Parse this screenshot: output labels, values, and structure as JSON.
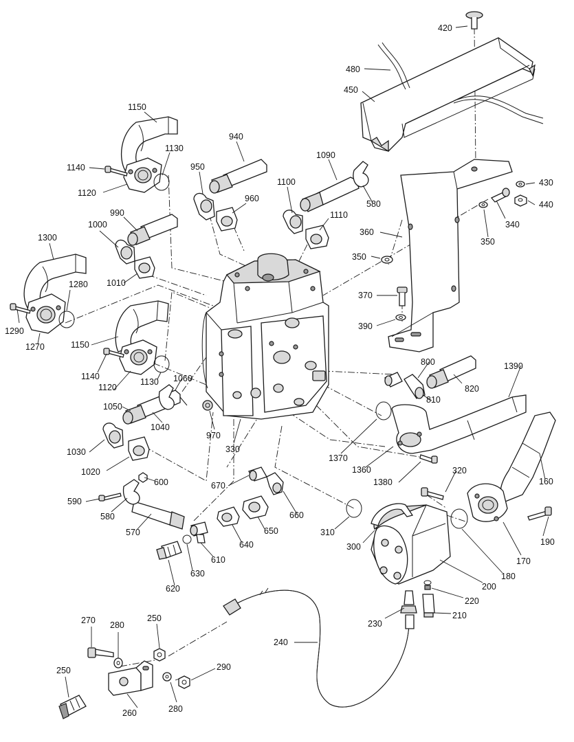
{
  "callouts": [
    {
      "id": "c420",
      "text": "420"
    },
    {
      "id": "c480",
      "text": "480"
    },
    {
      "id": "c450",
      "text": "450"
    },
    {
      "id": "c1150a",
      "text": "1150"
    },
    {
      "id": "c940",
      "text": "940"
    },
    {
      "id": "c1090",
      "text": "1090"
    },
    {
      "id": "c1130a",
      "text": "1130"
    },
    {
      "id": "c1140a",
      "text": "1140"
    },
    {
      "id": "c950",
      "text": "950"
    },
    {
      "id": "c1120a",
      "text": "1120"
    },
    {
      "id": "c1100",
      "text": "1100"
    },
    {
      "id": "c580a",
      "text": "580"
    },
    {
      "id": "c430",
      "text": "430"
    },
    {
      "id": "c440",
      "text": "440"
    },
    {
      "id": "c960",
      "text": "960"
    },
    {
      "id": "c990",
      "text": "990"
    },
    {
      "id": "c1110",
      "text": "1110"
    },
    {
      "id": "c340",
      "text": "340"
    },
    {
      "id": "c1000",
      "text": "1000"
    },
    {
      "id": "c360",
      "text": "360"
    },
    {
      "id": "c350a",
      "text": "350"
    },
    {
      "id": "c1300",
      "text": "1300"
    },
    {
      "id": "c350b",
      "text": "350"
    },
    {
      "id": "c1010",
      "text": "1010"
    },
    {
      "id": "c1280",
      "text": "1280"
    },
    {
      "id": "c370",
      "text": "370"
    },
    {
      "id": "c1290",
      "text": "1290"
    },
    {
      "id": "c390",
      "text": "390"
    },
    {
      "id": "c1270",
      "text": "1270"
    },
    {
      "id": "c1150b",
      "text": "1150"
    },
    {
      "id": "c800",
      "text": "800"
    },
    {
      "id": "c1390",
      "text": "1390"
    },
    {
      "id": "c1140b",
      "text": "1140"
    },
    {
      "id": "c1120b",
      "text": "1120"
    },
    {
      "id": "c1130b",
      "text": "1130"
    },
    {
      "id": "c1060",
      "text": "1060"
    },
    {
      "id": "c810",
      "text": "810"
    },
    {
      "id": "c820",
      "text": "820"
    },
    {
      "id": "c1050",
      "text": "1050"
    },
    {
      "id": "c1040",
      "text": "1040"
    },
    {
      "id": "c970",
      "text": "970"
    },
    {
      "id": "c330",
      "text": "330"
    },
    {
      "id": "c1030",
      "text": "1030"
    },
    {
      "id": "c1370",
      "text": "1370"
    },
    {
      "id": "c1360",
      "text": "1360"
    },
    {
      "id": "c1020",
      "text": "1020"
    },
    {
      "id": "c160",
      "text": "160"
    },
    {
      "id": "c1380",
      "text": "1380"
    },
    {
      "id": "c600",
      "text": "600"
    },
    {
      "id": "c670",
      "text": "670"
    },
    {
      "id": "c320",
      "text": "320"
    },
    {
      "id": "c590",
      "text": "590"
    },
    {
      "id": "c580b",
      "text": "580"
    },
    {
      "id": "c660",
      "text": "660"
    },
    {
      "id": "c570",
      "text": "570"
    },
    {
      "id": "c650",
      "text": "650"
    },
    {
      "id": "c310",
      "text": "310"
    },
    {
      "id": "c190",
      "text": "190"
    },
    {
      "id": "c640",
      "text": "640"
    },
    {
      "id": "c300",
      "text": "300"
    },
    {
      "id": "c610",
      "text": "610"
    },
    {
      "id": "c170",
      "text": "170"
    },
    {
      "id": "c180",
      "text": "180"
    },
    {
      "id": "c630",
      "text": "630"
    },
    {
      "id": "c200",
      "text": "200"
    },
    {
      "id": "c620",
      "text": "620"
    },
    {
      "id": "c220",
      "text": "220"
    },
    {
      "id": "c230",
      "text": "230"
    },
    {
      "id": "c210",
      "text": "210"
    },
    {
      "id": "c270",
      "text": "270"
    },
    {
      "id": "c280a",
      "text": "280"
    },
    {
      "id": "c250a",
      "text": "250"
    },
    {
      "id": "c240",
      "text": "240"
    },
    {
      "id": "c290",
      "text": "290"
    },
    {
      "id": "c250b",
      "text": "250"
    },
    {
      "id": "c260",
      "text": "260"
    },
    {
      "id": "c280b",
      "text": "280"
    }
  ]
}
